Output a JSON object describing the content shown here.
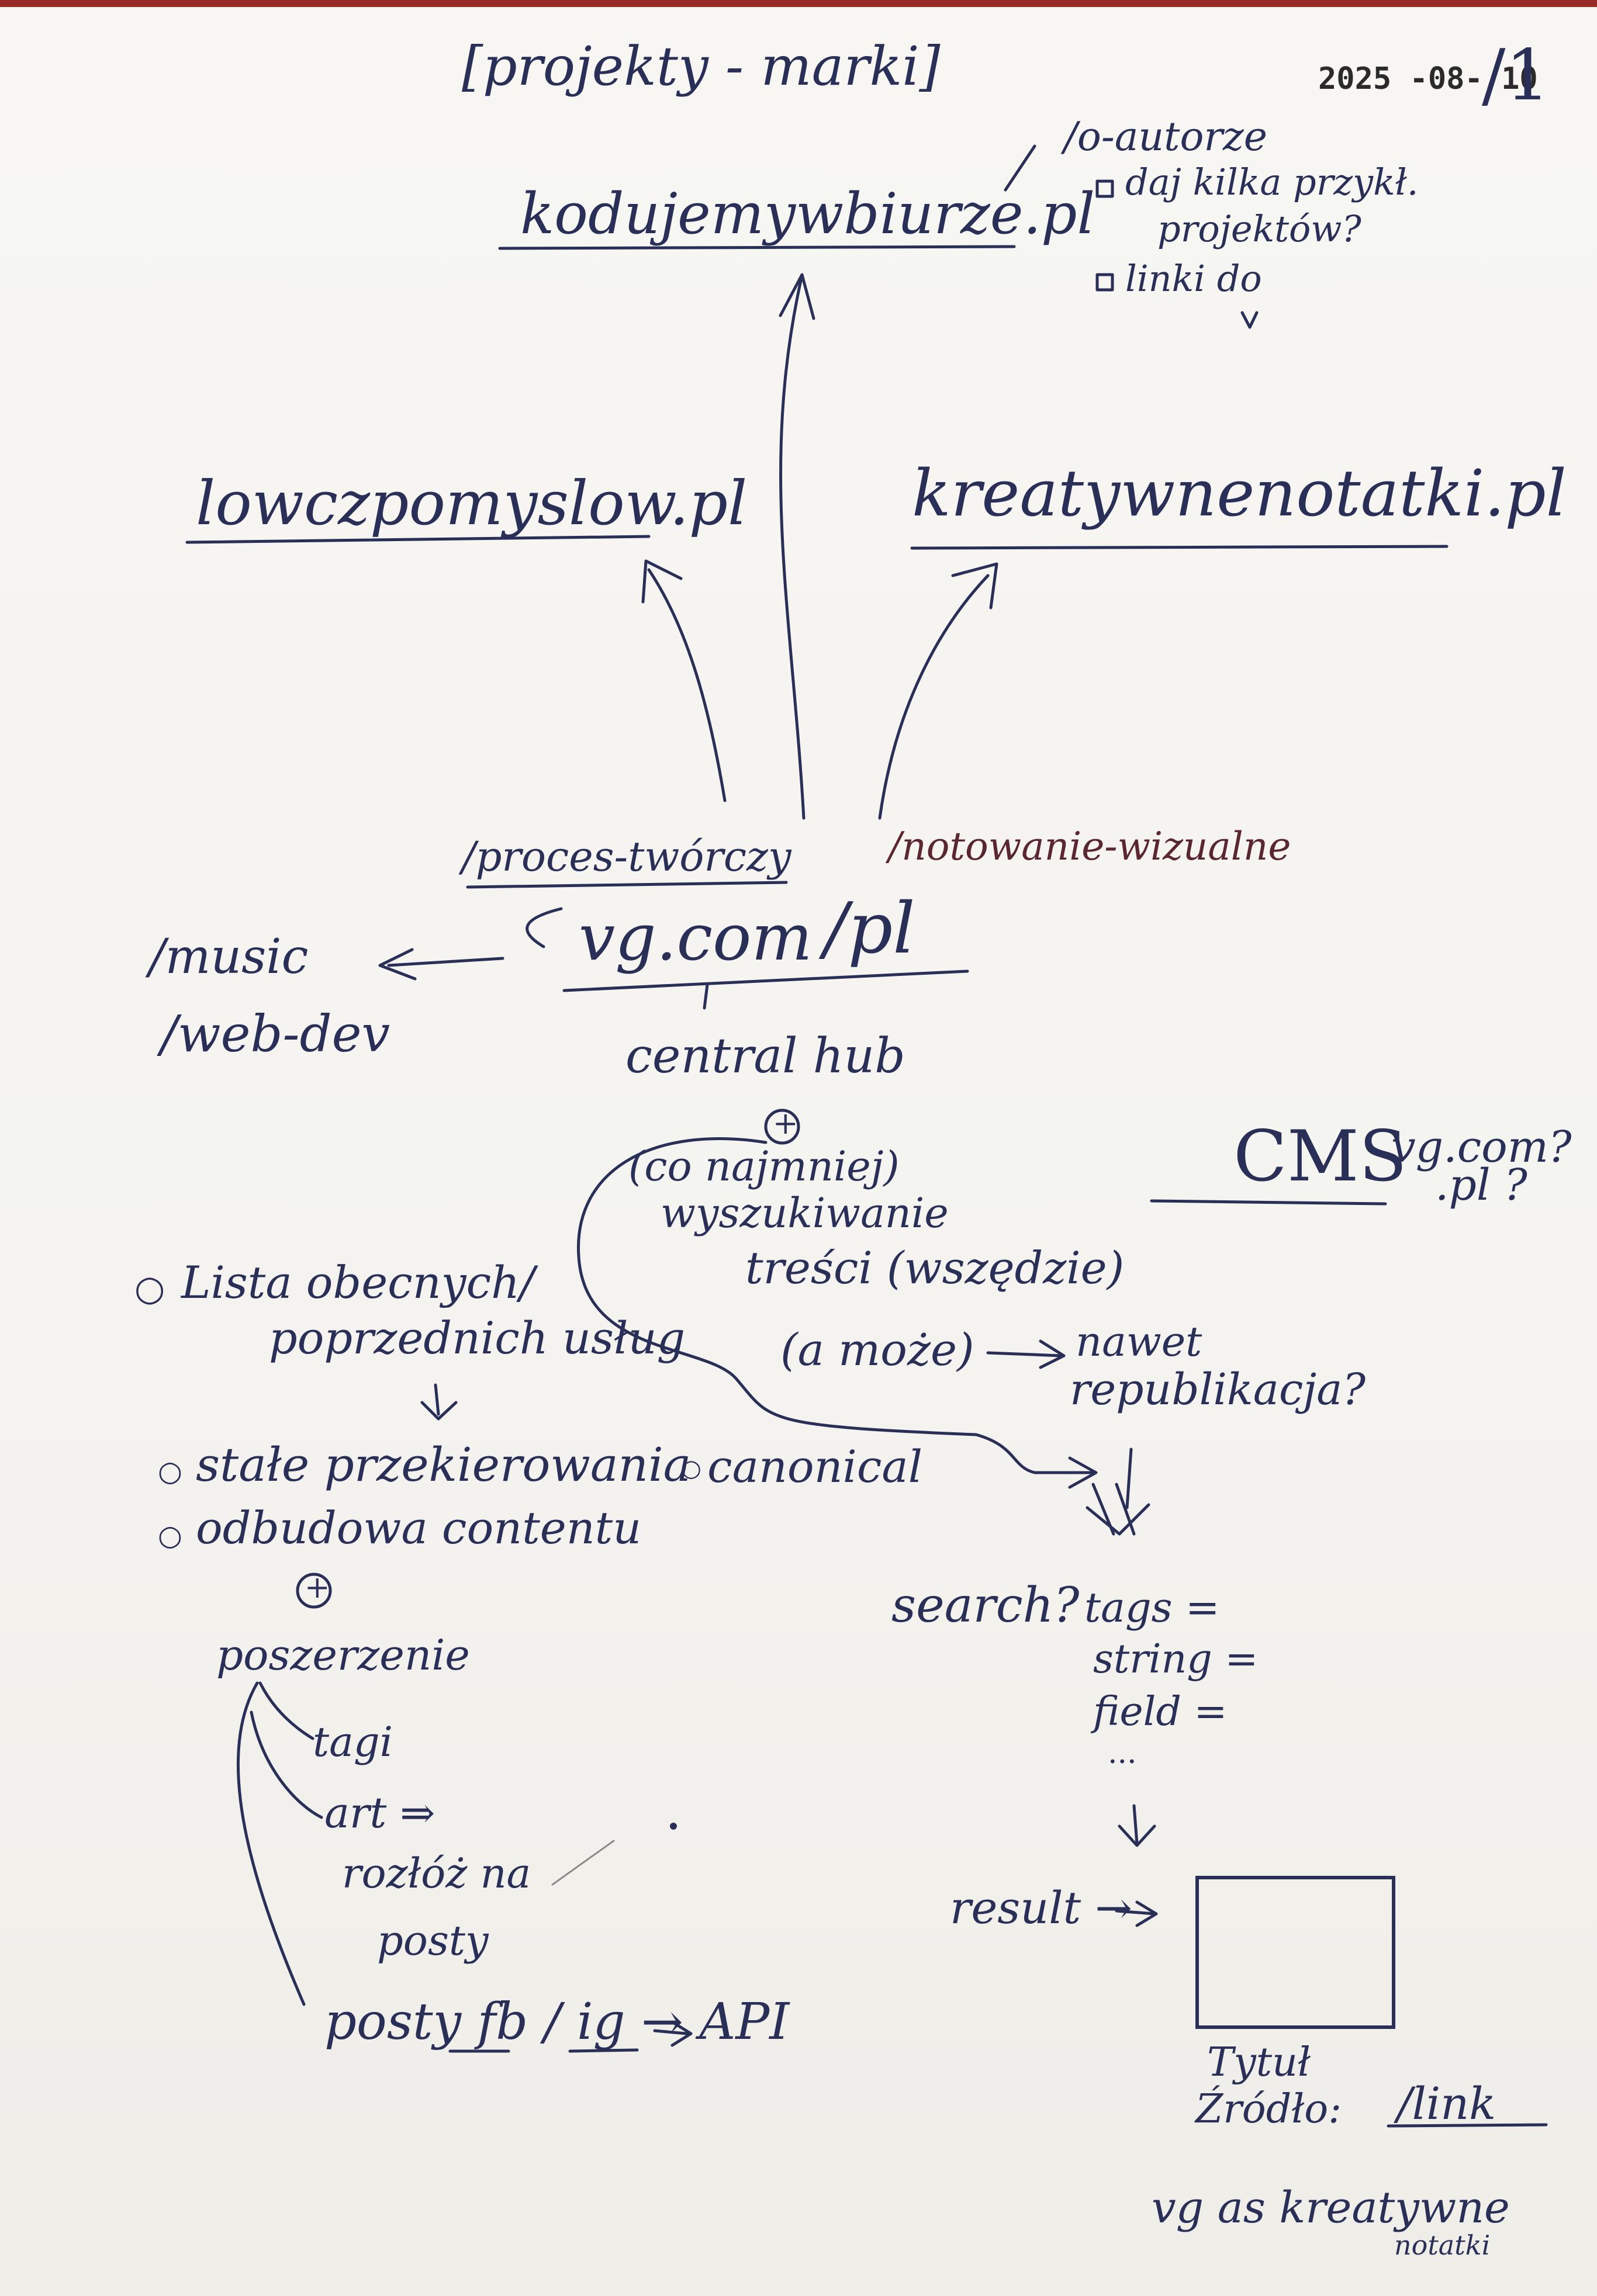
{
  "colors": {
    "ink": "#2a2f57",
    "brown_ink": "#5a2630",
    "paper": "#f6f5f2"
  },
  "header": {
    "title": "[projekty - marki]",
    "date_stamp": "2025 -08- 10",
    "page_number": "/1"
  },
  "sites": {
    "kodujemy": "kodujemywbiurze.pl",
    "lowcza": "lowczpomyslow.pl",
    "kreatywne": "kreatywnenotatki.pl",
    "hub": "vg.com",
    "hub_pl": "/pl",
    "hub_label": "central hub"
  },
  "notes_author": {
    "path": "/o-autorze",
    "item1_line1": "daj kilka przykł.",
    "item1_line2": "projektów?",
    "item2": "linki do"
  },
  "paths": {
    "proces": "/proces-twórczy",
    "notowanie": "/notowanie-wizualne",
    "music": "/music",
    "webdev": "/web-dev"
  },
  "cms": {
    "label": "CMS",
    "alt1": "vg.com?",
    "alt2": ".pl ?"
  },
  "content_idea": {
    "plus": "+",
    "line1": "(co najmniej)",
    "line2": "wyszukiwanie",
    "line3": "treści (wszędzie)",
    "line4": "(a może)",
    "line5": "nawet",
    "line6": "republikacja?"
  },
  "search": {
    "search_label": "search?",
    "line1": "tags =",
    "line2": "string =",
    "line3": "field =",
    "dots": "...",
    "result_label": "result →",
    "title_label": "Tytuł",
    "source_label": "Źródło:",
    "source_link": "/link",
    "footer_line1": "vg as kreatywne",
    "footer_line2": "notatki"
  },
  "services": {
    "line1": "Lista obecnych/",
    "line2": "poprzednich usług",
    "redirects": "stałe przekierowania",
    "canonical": "canonical",
    "rebuild": "odbudowa contentu",
    "plus": "+",
    "expansion": "poszerzenie",
    "tags": "tagi",
    "art": "art ⇒",
    "rozloz": "rozłóż na",
    "posty": "posty",
    "social": "posty fb / ig → API"
  }
}
